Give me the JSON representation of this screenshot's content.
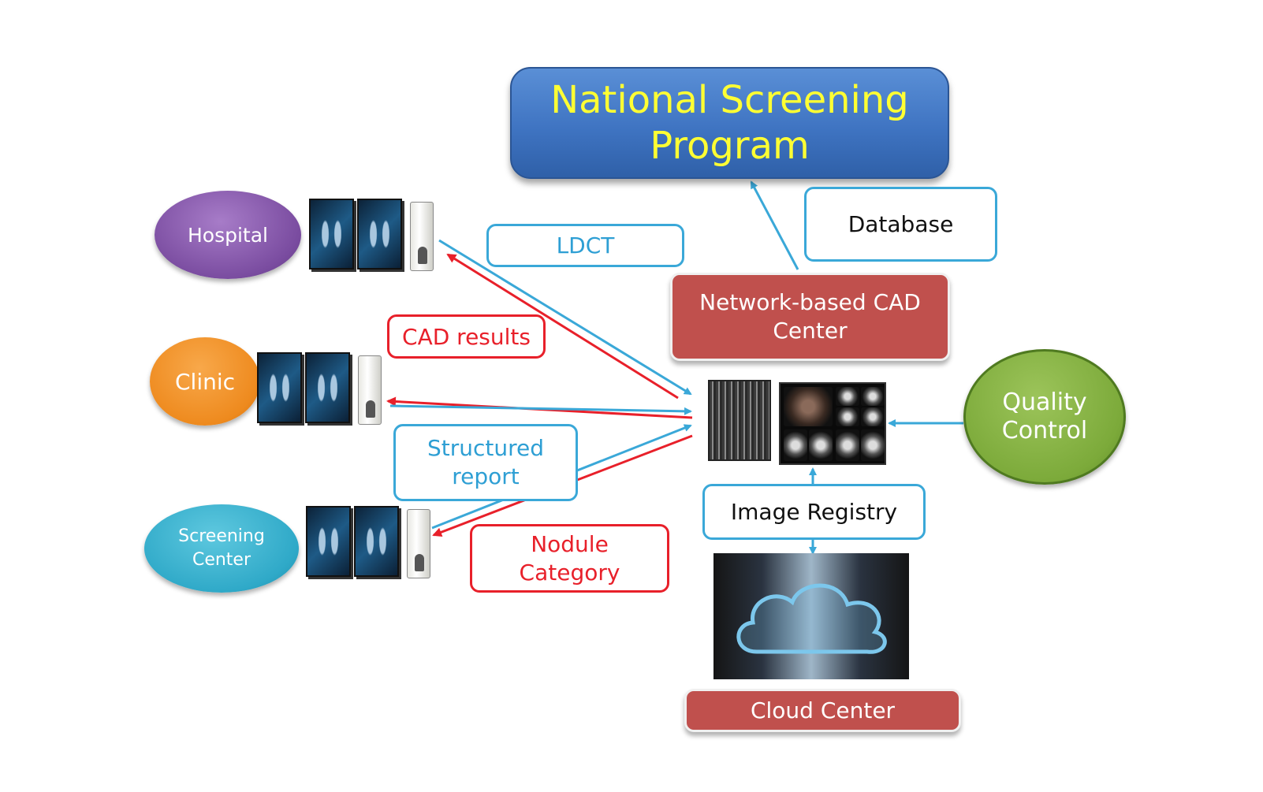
{
  "title": {
    "line1": "National Screening",
    "line2": "Program"
  },
  "nodes": {
    "hospital": "Hospital",
    "clinic": "Clinic",
    "screening_center": {
      "line1": "Screening",
      "line2": "Center"
    },
    "quality_control": {
      "line1": "Quality",
      "line2": "Control"
    },
    "cad_center": {
      "line1": "Network-based CAD",
      "line2": "Center"
    },
    "database": "Database",
    "image_registry": "Image Registry",
    "cloud_center": "Cloud Center"
  },
  "labels": {
    "ldct": "LDCT",
    "cad_results": "CAD results",
    "structured_report": {
      "line1": "Structured",
      "line2": "report"
    },
    "nodule_category": {
      "line1": "Nodule",
      "line2": "Category"
    }
  },
  "colors": {
    "request_arrow": "#3aa8d8",
    "response_arrow": "#e8202a",
    "title_text": "#ffff33"
  }
}
